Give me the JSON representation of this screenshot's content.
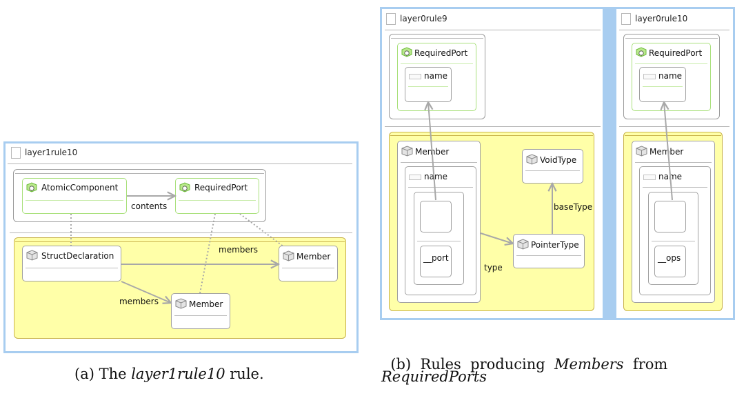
{
  "rule_a": {
    "title": "layer1rule10",
    "nodes": {
      "atomic_component": "AtomicComponent",
      "required_port": "RequiredPort",
      "struct_declaration": "StructDeclaration",
      "member_right": "Member",
      "member_bottom": "Member"
    },
    "edges": {
      "contents": "contents",
      "members_top": "members",
      "members_bottom": "members"
    }
  },
  "rule_b9": {
    "title": "layer0rule9",
    "nodes": {
      "required_port": "RequiredPort",
      "name_attr": "name",
      "member": "Member",
      "member_name_attr": "name",
      "port_box": "__port",
      "void_type": "VoidType",
      "pointer_type": "PointerType"
    },
    "edges": {
      "base_type": "baseType",
      "type": "type"
    }
  },
  "rule_b10": {
    "title": "layer0rule10",
    "nodes": {
      "required_port": "RequiredPort",
      "name_attr": "name",
      "member": "Member",
      "member_name_attr": "name",
      "ops_box": "__ops"
    }
  },
  "captions": {
    "a": {
      "prefix": "(a) The ",
      "em": "layer1rule10",
      "suffix": " rule."
    },
    "b": {
      "line1_prefix": "(b)  Rules  producing  ",
      "line1_em": "Members",
      "line1_suffix": "  from",
      "line2_em": "RequiredPorts"
    }
  },
  "colors": {
    "frame": "#a8cdf0",
    "rhs_fill": "#ffffa8",
    "rhs_border": "#c9b24a",
    "lhs_node_border": "#a8e07a",
    "node_border": "#a0a0a0",
    "edge": "#a8a8a8",
    "trace_dotted": "#a8a8a8"
  },
  "icons": {
    "required_port": "green-lightbulb-cube-icon",
    "atomic_component": "green-lightbulb-cube-icon",
    "class_node": "grey-cube-icon",
    "attribute": "attribute-slot-icon",
    "rule": "document-icon"
  }
}
